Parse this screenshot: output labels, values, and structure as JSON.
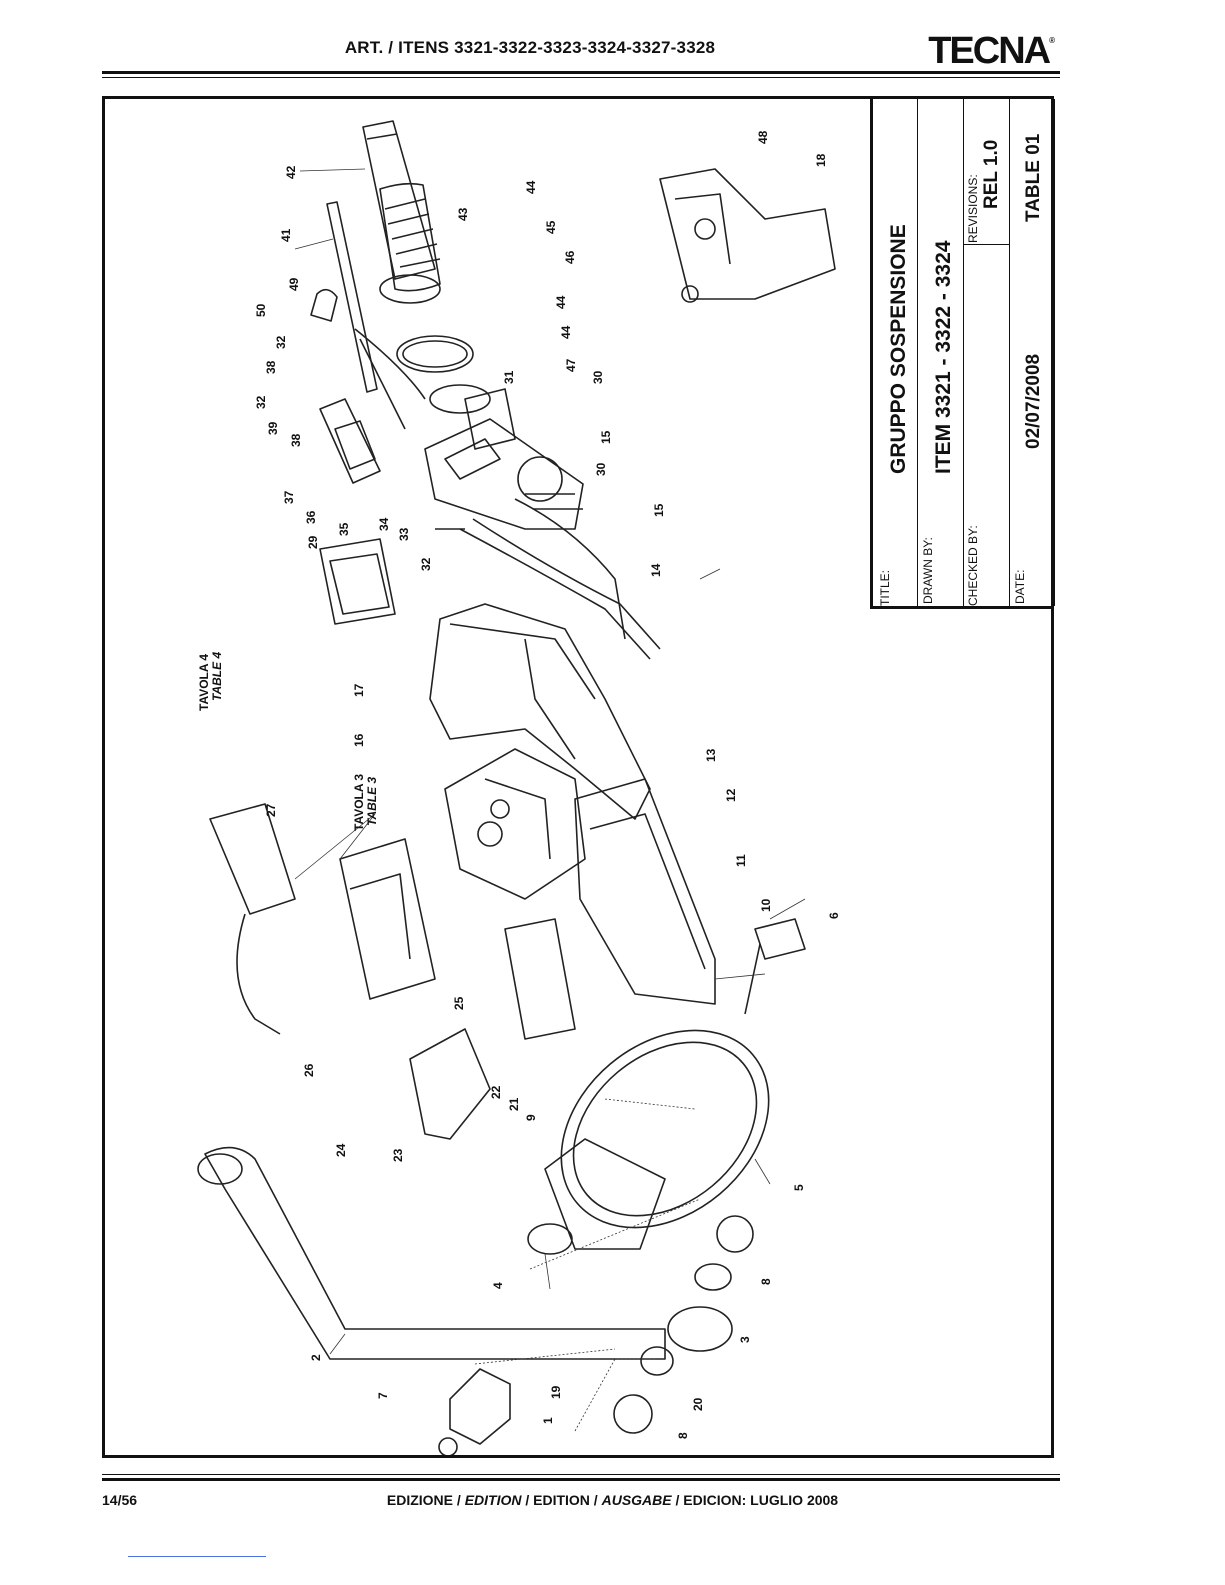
{
  "header": {
    "title": "ART. / ITENS 3321-3322-3323-3324-3327-3328",
    "logo": "TECNA",
    "logo_mark": "®"
  },
  "title_block": {
    "title_label": "TITLE:",
    "title_value": "GRUPPO SOSPENSIONE",
    "drawn_by_label": "DRAWN BY:",
    "drawn_by_value": "ITEM 3321 - 3322 - 3324",
    "checked_by_label": "CHECKED BY:",
    "revisions_label": "REVISIONS:",
    "revisions_value": "REL 1.0",
    "date_label": "DATE:",
    "date_value": "02/07/2008",
    "table_value": "TABLE 01"
  },
  "references": {
    "tavola4": "TAVOLA 4",
    "table4": "TABLE 4",
    "tavola3": "TAVOLA 3",
    "table3": "TABLE 3"
  },
  "callouts": [
    "42",
    "41",
    "43",
    "44",
    "45",
    "46",
    "49",
    "50",
    "44",
    "44",
    "47",
    "31",
    "32",
    "38",
    "30",
    "32",
    "39",
    "38",
    "15",
    "30",
    "37",
    "36",
    "35",
    "34",
    "33",
    "32",
    "29",
    "15",
    "14",
    "48",
    "18",
    "17",
    "16",
    "13",
    "12",
    "11",
    "10",
    "6",
    "27",
    "25",
    "26",
    "22",
    "21",
    "9",
    "24",
    "23",
    "5",
    "4",
    "8",
    "3",
    "2",
    "19",
    "20",
    "7",
    "1",
    "8"
  ],
  "footer": {
    "page": "14/56",
    "edition_prefix": "EDIZIONE / ",
    "edition_italic": "EDITION",
    "edition_middle": " / EDITION / ",
    "ausgabe_italic": "AUSGABE",
    "edition_suffix": " / EDICION: LUGLIO 2008"
  }
}
